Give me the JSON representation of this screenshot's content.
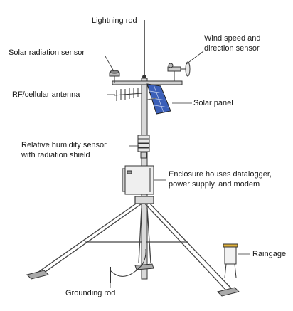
{
  "labels": {
    "lightning_rod": "Lightning rod",
    "wind_sensor": [
      "Wind speed and",
      "direction sensor"
    ],
    "solar_radiation": "Solar radiation sensor",
    "antenna": "RF/cellular antenna",
    "solar_panel": "Solar panel",
    "humidity": [
      "Relative humidity sensor",
      "with radiation shield"
    ],
    "enclosure": [
      "Enclosure houses datalogger,",
      "power supply, and modem"
    ],
    "raingage": "Raingage",
    "grounding_rod": "Grounding rod"
  },
  "colors": {
    "line": "#333333",
    "metal": "#9a9a9a",
    "panel": "#3b5fb8",
    "panel_grid": "#c8d4f0",
    "raingage_top": "#e0b23a"
  }
}
